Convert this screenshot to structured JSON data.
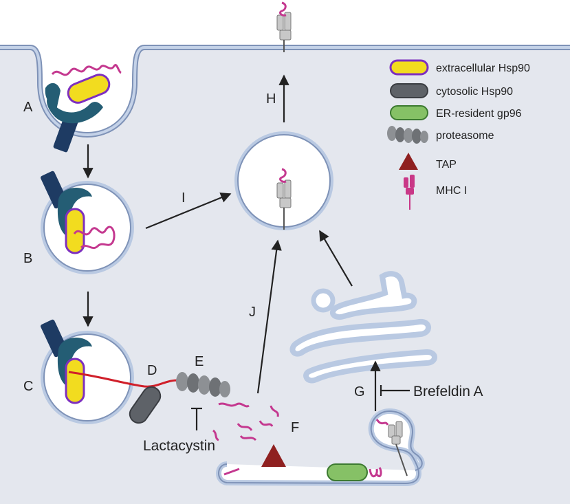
{
  "colors": {
    "cytoplasm": "#e4e7ee",
    "membrane_fill": "#b9c9e2",
    "membrane_stroke": "#7e92b7",
    "lumen": "#ffffff",
    "receptor": "#1e3b63",
    "receptor_arm": "#245d74",
    "extracellular_hsp90": "#f2dc1f",
    "extracellular_hsp90_border": "#7d2fbf",
    "cytosolic_hsp90": "#5e6268",
    "er_gp96": "#86c166",
    "proteasome": "#8d9094",
    "tap": "#8f2020",
    "mhc": "#c93887",
    "mhc_gray": "#c8c8c8",
    "peptide": "#c4388f",
    "degraded_chain": "#d01f2a",
    "arrow": "#222222"
  },
  "labels": {
    "A": "A",
    "B": "B",
    "C": "C",
    "D": "D",
    "E": "E",
    "F": "F",
    "G": "G",
    "H": "H",
    "I": "I",
    "J": "J"
  },
  "inhibitors": {
    "lactacystin": "Lactacystin",
    "brefeldin": "Brefeldin A"
  },
  "legend": [
    {
      "icon": "extracellular-hsp90-icon",
      "label": "extracellular Hsp90"
    },
    {
      "icon": "cytosolic-hsp90-icon",
      "label": "cytosolic Hsp90"
    },
    {
      "icon": "er-gp96-icon",
      "label": "ER-resident gp96"
    },
    {
      "icon": "proteasome-icon",
      "label": "proteasome"
    },
    {
      "icon": "tap-icon",
      "label": "TAP"
    },
    {
      "icon": "mhc-class-i-icon",
      "label": "MHC I"
    }
  ]
}
